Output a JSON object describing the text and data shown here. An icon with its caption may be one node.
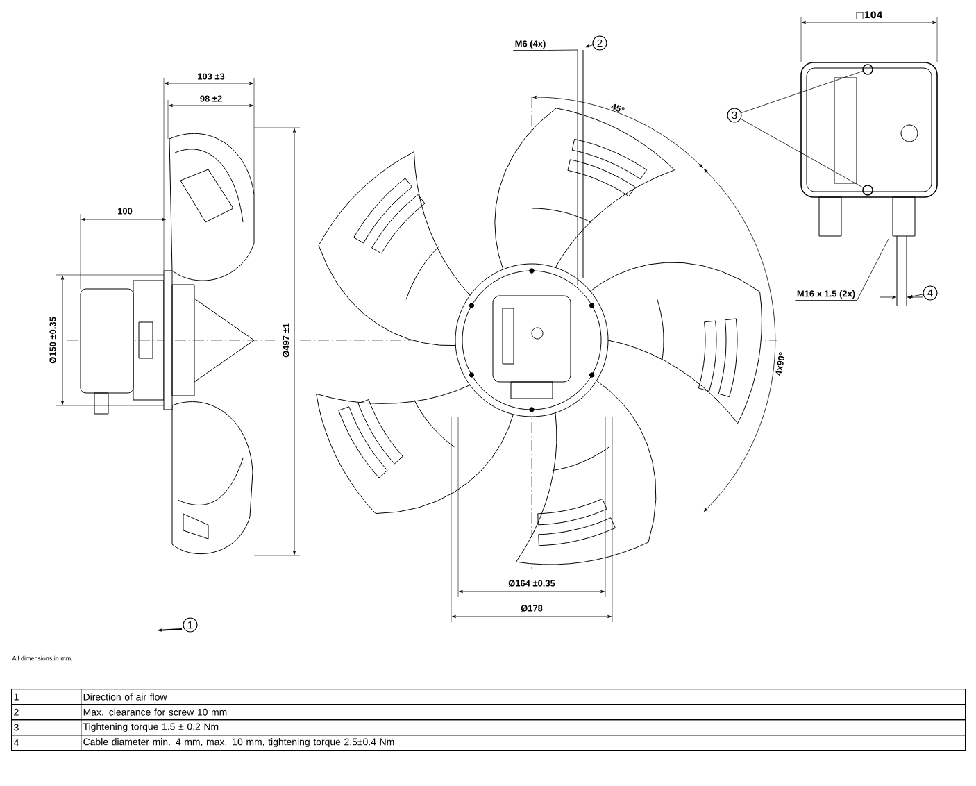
{
  "diagram": {
    "nodes": [
      {
        "text": [
          "2"
        ]
      },
      {
        "text": [
          "3"
        ]
      },
      {
        "text": [
          "4"
        ]
      },
      {
        "text": [
          "1"
        ]
      },
      {
        "text": [
          "M6 (4x)"
        ]
      },
      {
        "text": [
          "M16 x 1.5 (2x)"
        ]
      },
      {
        "text": [],
        "shape": "circle"
      },
      {
        "text": [],
        "shape": "circle"
      }
    ],
    "edges": [
      {
        "from": 0,
        "to": null,
        "arrow": "to"
      },
      {
        "from": 1,
        "to": 6,
        "arrow": "none"
      },
      {
        "from": 1,
        "to": 7,
        "arrow": "none"
      },
      {
        "from": 2,
        "to": null,
        "arrow": "to"
      },
      {
        "from": 4,
        "to": null,
        "arrow": "none"
      },
      {
        "from": 5,
        "to": null,
        "arrow": "none"
      }
    ],
    "labels": [
      "□104",
      "45°",
      "103 ±3",
      "98 ±2",
      "100",
      "Ø150 ±0.35",
      "Ø497 ±1",
      "4x90°",
      "Ø164 ±0.35",
      "Ø178",
      "All dimensions in mm.",
      "1",
      "Direction of air flow",
      "2",
      "Max. clearance for screw 10 mm",
      "3",
      "Tightening torque 1.5 ± 0.2 Nm",
      "4",
      "Cable diameter min. 4 mm, max. 10 mm, tightening torque 2.5±0.4 Nm"
    ]
  }
}
